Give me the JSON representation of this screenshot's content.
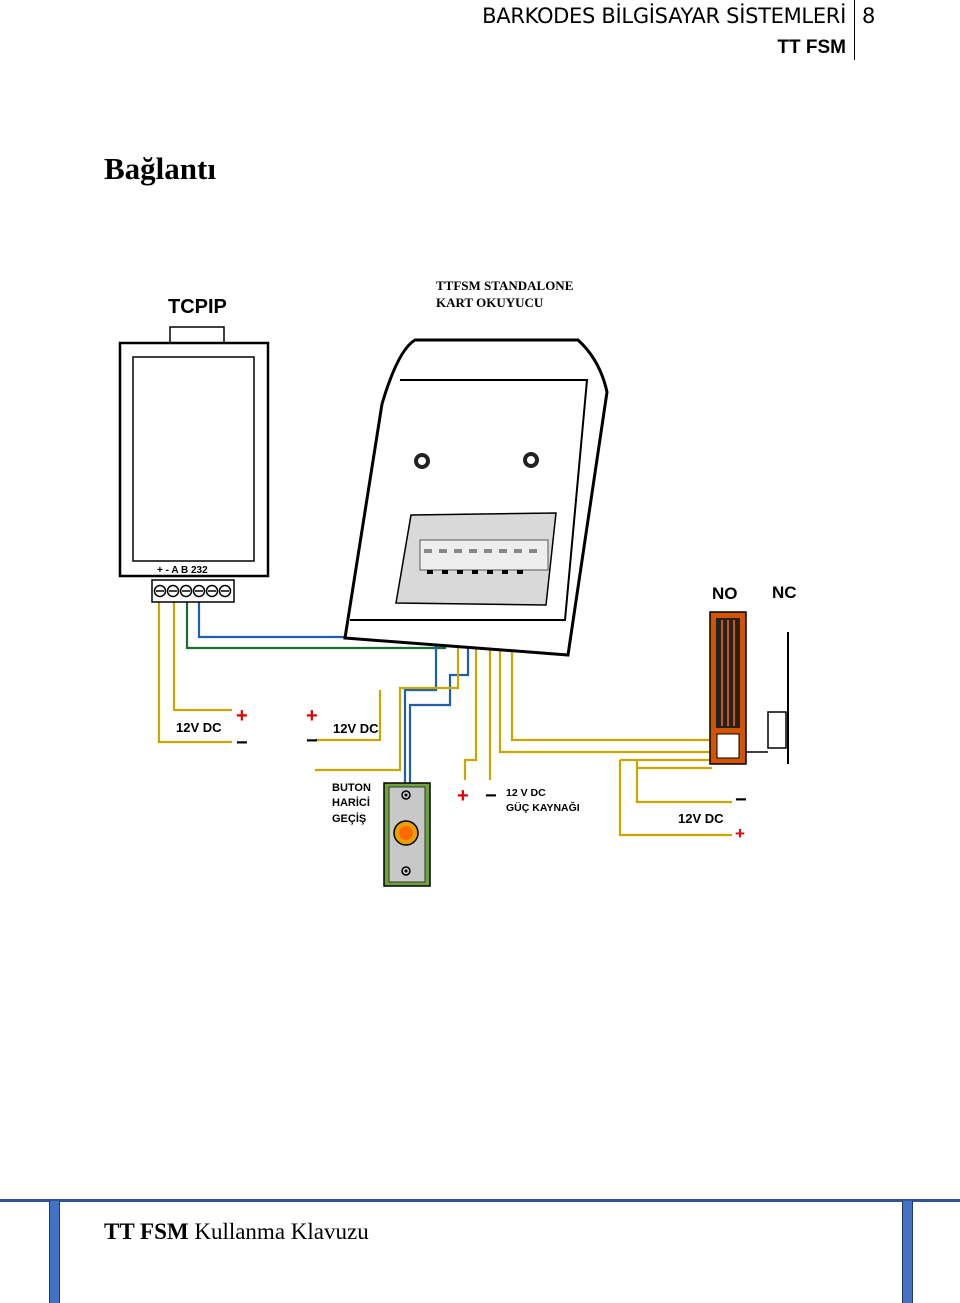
{
  "header": {
    "company": "BARKODES BİLGİSAYAR SİSTEMLERİ",
    "product": "TT FSM",
    "page_number": "8"
  },
  "section": {
    "title": "Bağlantı"
  },
  "diagram": {
    "tcpip": {
      "title": "TCPIP",
      "terminal_labels": "+ -  A  B  232"
    },
    "reader": {
      "title_line1": "TTFSM STANDALONE",
      "title_line2": "KART OKUYUCU"
    },
    "supply_left": {
      "label": "12V DC",
      "plus": "+",
      "minus": "−"
    },
    "supply_mid": {
      "label": "12V DC",
      "plus": "+",
      "minus": "−"
    },
    "button": {
      "line1": "BUTON",
      "line2": "HARİCİ",
      "line3": "GEÇİŞ"
    },
    "power_supply": {
      "line1": "12 V DC",
      "line2": "GÜÇ KAYNAĞI",
      "plus": "+",
      "minus": "−"
    },
    "lock": {
      "no": "NO",
      "nc": "NC"
    },
    "supply_right": {
      "label": "12V DC",
      "plus": "+",
      "minus": "−"
    },
    "colors": {
      "wire_yellow": "#c8a800",
      "wire_blue": "#1f5fb0",
      "wire_green": "#1d6b2e",
      "lock_orange": "#d35400",
      "button_green": "#6ea53b"
    }
  },
  "footer": {
    "product": "TT FSM",
    "title": "Kullanma Klavuzu"
  }
}
